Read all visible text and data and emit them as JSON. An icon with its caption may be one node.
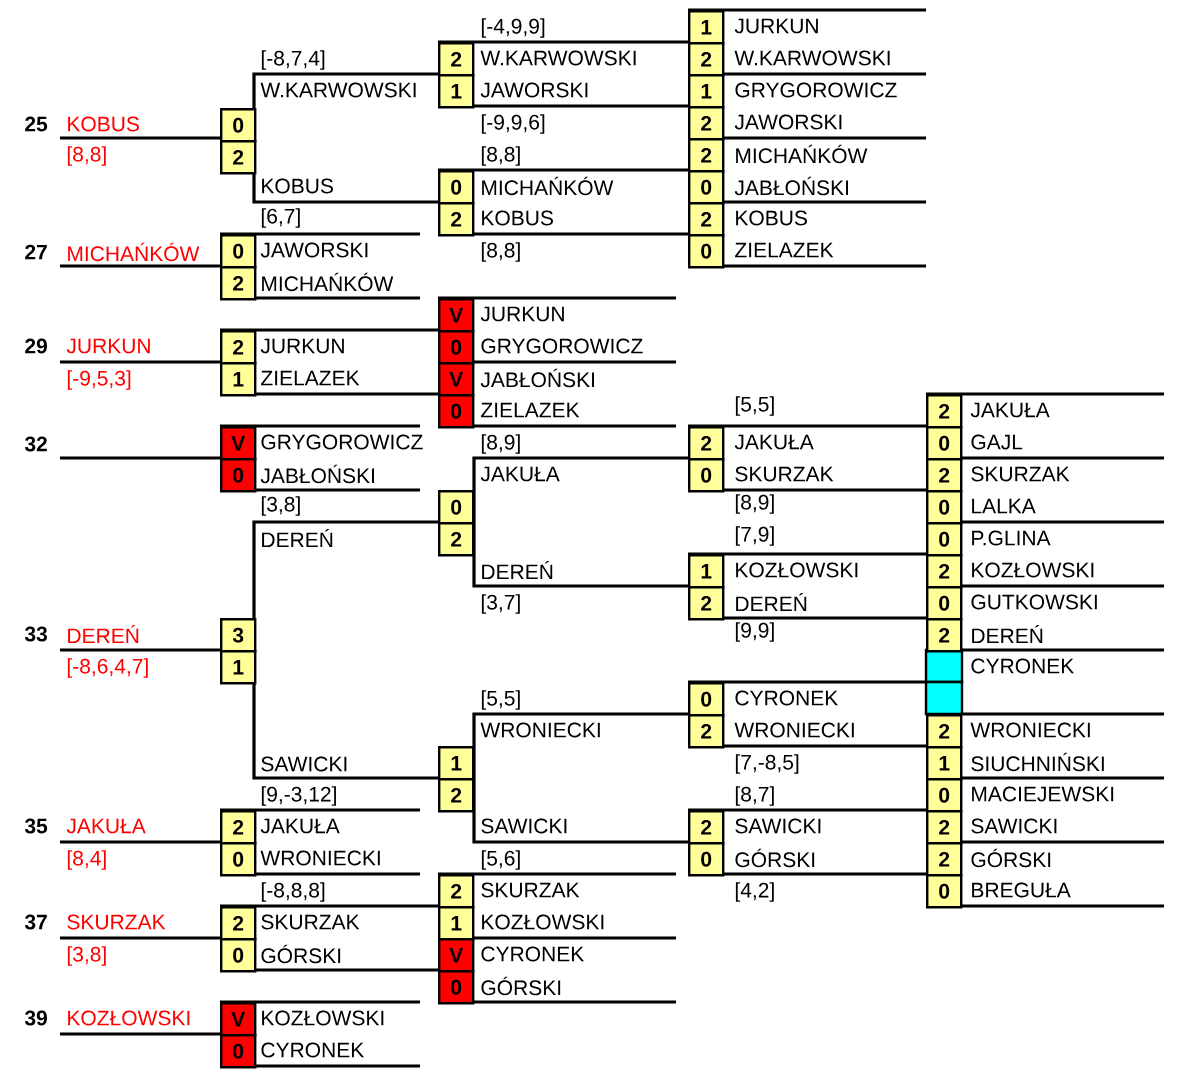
{
  "diagram": {
    "labels": [
      "[-4,9,9]",
      "1",
      "JURKUN",
      "[-8,7,4]",
      "2",
      "W.KARWOWSKI",
      "2",
      "W.KARWOWSKI",
      "W.KARWOWSKI",
      "1",
      "JAWORSKI",
      "1",
      "GRYGOROWICZ",
      "25",
      "KOBUS",
      "0",
      "[-9,9,6]",
      "2",
      "JAWORSKI",
      "[8,8]",
      "2",
      "[8,8]",
      "2",
      "MICHAŃKÓW",
      "KOBUS",
      "0",
      "MICHAŃKÓW",
      "0",
      "JABŁOŃSKI",
      "[6,7]",
      "2",
      "KOBUS",
      "2",
      "KOBUS",
      "27",
      "MICHAŃKÓW",
      "0",
      "JAWORSKI",
      "[8,8]",
      "0",
      "ZIELAZEK",
      "2",
      "MICHAŃKÓW",
      "V",
      "JURKUN",
      "29",
      "JURKUN",
      "2",
      "JURKUN",
      "0",
      "GRYGOROWICZ",
      "[-9,5,3]",
      "1",
      "ZIELAZEK",
      "V",
      "JABŁOŃSKI",
      "0",
      "ZIELAZEK",
      "[5,5]",
      "2",
      "JAKUŁA",
      "32",
      "V",
      "GRYGOROWICZ",
      "[8,9]",
      "2",
      "JAKUŁA",
      "0",
      "GAJL",
      "0",
      "JABŁOŃSKI",
      "JAKUŁA",
      "0",
      "SKURZAK",
      "2",
      "SKURZAK",
      "[3,8]",
      "0",
      "[8,9]",
      "0",
      "LALKA",
      "DEREŃ",
      "2",
      "[7,9]",
      "0",
      "P.GLINA",
      "DEREŃ",
      "1",
      "KOZŁOWSKI",
      "2",
      "KOZŁOWSKI",
      "[3,7]",
      "2",
      "DEREŃ",
      "0",
      "GUTKOWSKI",
      "33",
      "DEREŃ",
      "3",
      "[9,9]",
      "2",
      "DEREŃ",
      "[-8,6,4,7]",
      "1",
      "CYRONEK",
      "[5,5]",
      "0",
      "CYRONEK",
      "WRONIECKI",
      "2",
      "WRONIECKI",
      "2",
      "WRONIECKI",
      "SAWICKI",
      "1",
      "[7,-8,5]",
      "1",
      "SIUCHNIŃSKI",
      "[9,-3,12]",
      "2",
      "[8,7]",
      "0",
      "MACIEJEWSKI",
      "35",
      "JAKUŁA",
      "2",
      "JAKUŁA",
      "SAWICKI",
      "2",
      "SAWICKI",
      "2",
      "SAWICKI",
      "[8,4]",
      "0",
      "WRONIECKI",
      "[5,6]",
      "0",
      "GÓRSKI",
      "2",
      "GÓRSKI",
      "[-8,8,8]",
      "2",
      "SKURZAK",
      "[4,2]",
      "0",
      "BREGUŁA",
      "37",
      "SKURZAK",
      "2",
      "SKURZAK",
      "1",
      "KOZŁOWSKI",
      "[3,8]",
      "0",
      "GÓRSKI",
      "V",
      "CYRONEK",
      "0",
      "GÓRSKI",
      "39",
      "KOZŁOWSKI",
      "V",
      "KOZŁOWSKI",
      "0",
      "CYRONEK"
    ]
  }
}
